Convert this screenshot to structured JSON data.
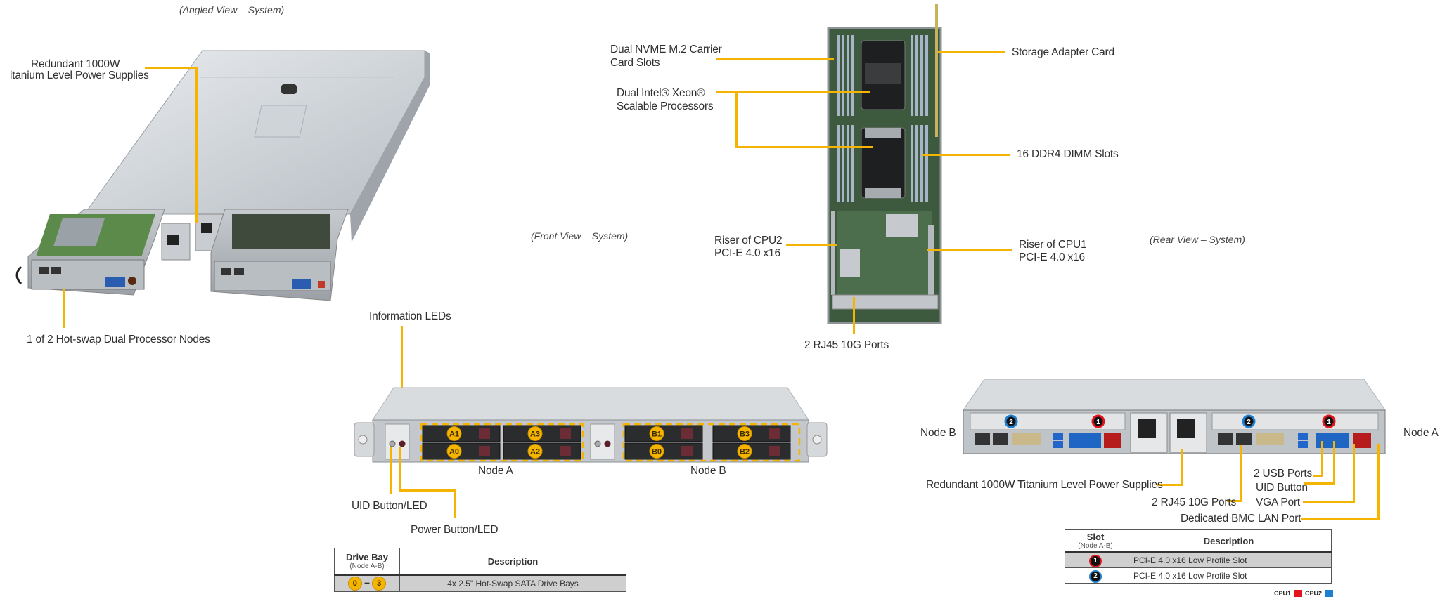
{
  "captions": {
    "angled": "(Angled View – System)",
    "front": "(Front View – System)",
    "rear": "(Rear View – System)"
  },
  "angled_view": {
    "labels": {
      "psu_line1": "Redundant  1000W",
      "psu_line2": "itanium  Level Power Supplies",
      "nodes": "1 of 2 Hot-swap  Dual Processor Nodes"
    }
  },
  "node_view": {
    "labels": {
      "nvme_line1": "Dual NVME M.2 Carrier",
      "nvme_line2": "Card Slots",
      "cpu_line1": "Dual Intel®  Xeon®",
      "cpu_line2": "Scalable Processors",
      "storage": "Storage Adapter Card",
      "dimm": "16 DDR4 DIMM  Slots",
      "riser2_line1": "Riser of CPU2",
      "riser2_line2": "PCI-E 4.0 x16",
      "riser1_line1": "Riser of CPU1",
      "riser1_line2": "PCI-E 4.0 x16",
      "rj45": "2 RJ45 10G Ports"
    }
  },
  "front_view": {
    "labels": {
      "info_leds": "Information  LEDs",
      "uid": "UID  Button/LED",
      "power": "Power Button/LED",
      "node_a": "Node A",
      "node_b": "Node B"
    },
    "drive_bays": [
      "A1",
      "A3",
      "A0",
      "A2",
      "B1",
      "B3",
      "B0",
      "B2"
    ],
    "table": {
      "col1_header": "Drive Bay",
      "col1_sub": "(Node A-B)",
      "col2_header": "Description",
      "rows": [
        {
          "badge_from": "0",
          "dash": "–",
          "badge_to": "3",
          "description": "4x 2.5\" Hot-Swap  SATA Drive  Bays"
        }
      ]
    }
  },
  "rear_view": {
    "labels": {
      "node_b": "Node B",
      "node_a": "Node A",
      "psu": "Redundant  1000W Titanium  Level Power Supplies",
      "usb": "2 USB Ports",
      "uid": "UID  Button",
      "rj45": "2 RJ45 10G Ports",
      "vga": "VGA Port",
      "bmc": "Dedicated BMC LAN Port"
    },
    "slot_badges": [
      "2",
      "1",
      "2",
      "1"
    ],
    "table": {
      "col1_header": "Slot",
      "col1_sub": "(Node A-B)",
      "col2_header": "Description",
      "rows": [
        {
          "slot": "1",
          "cpu": "CPU1",
          "description": "PCI-E 4.0 x16 Low Profile Slot"
        },
        {
          "slot": "2",
          "cpu": "CPU2",
          "description": "PCI-E 4.0 x16 Low Profile Slot"
        }
      ]
    },
    "legend": [
      {
        "label": "CPU1",
        "color": "#e3141b"
      },
      {
        "label": "CPU2",
        "color": "#1e7fd0"
      }
    ]
  },
  "colors": {
    "leader": "#f5b400",
    "cpu1": "#e3141b",
    "cpu2": "#1e7fd0"
  }
}
